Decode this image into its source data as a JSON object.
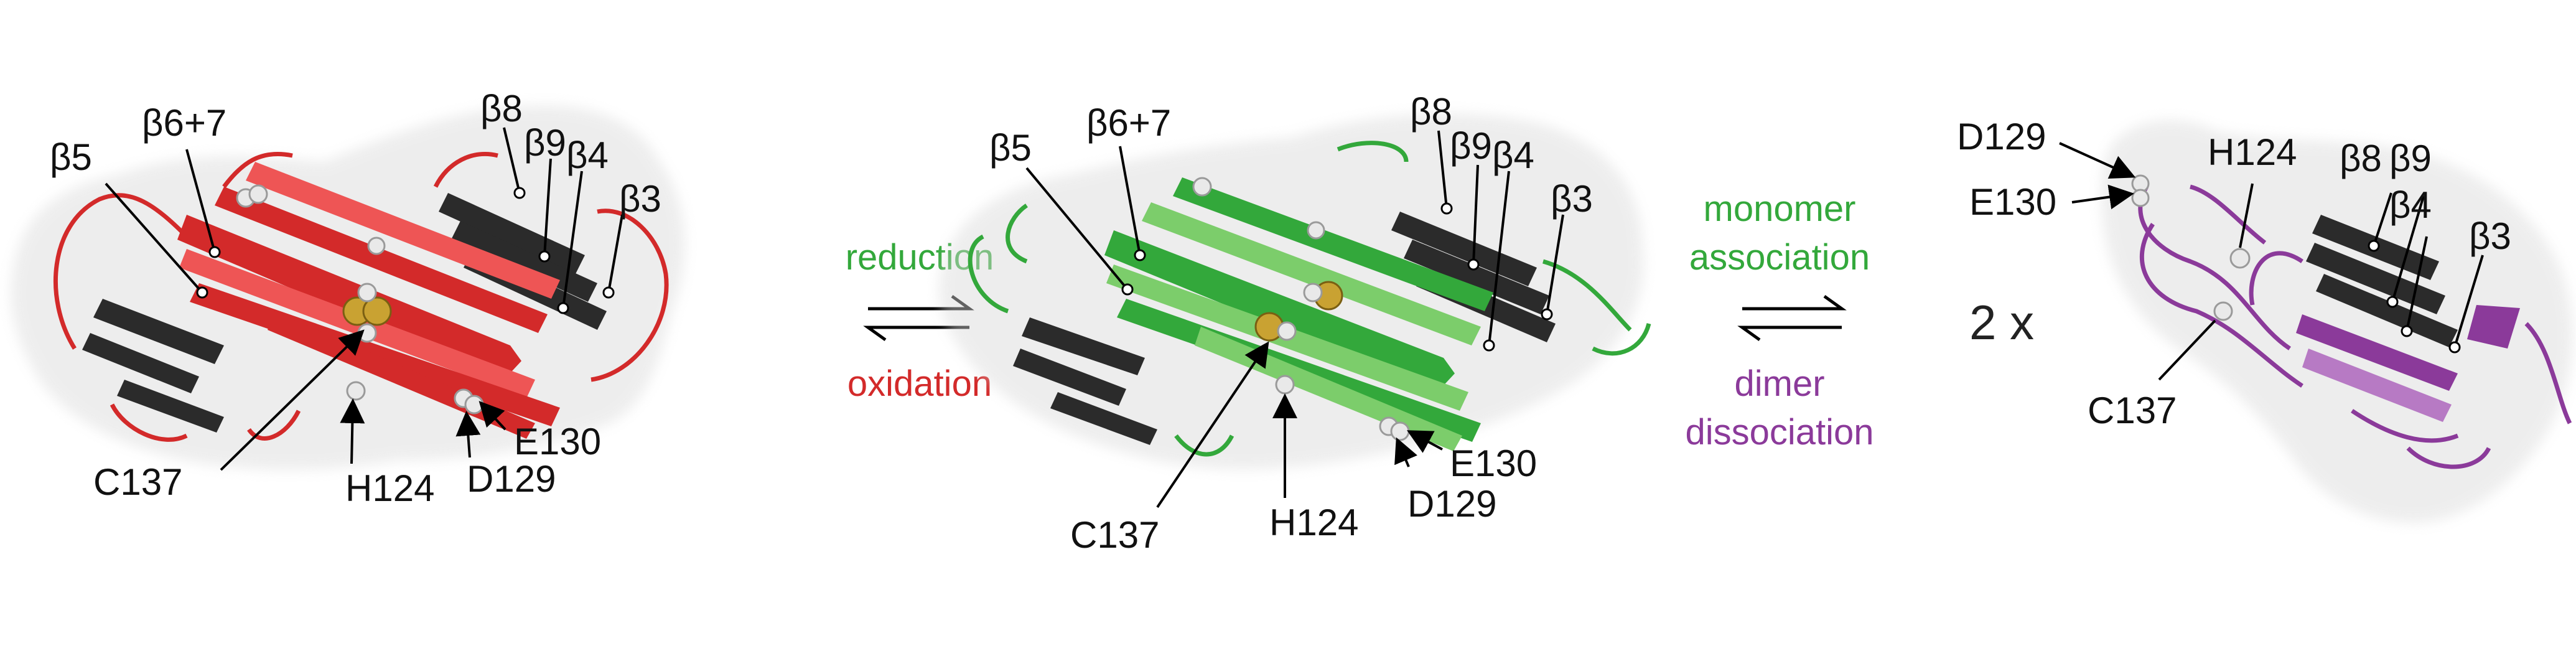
{
  "colors": {
    "oxidized": "#d32a2a",
    "oxidized_light": "#ee5555",
    "reduced": "#33a83b",
    "reduced_light": "#7ccd6b",
    "monomer": "#8b3a9a",
    "monomer_light": "#b77ac4",
    "process_green": "#33a83b",
    "process_red": "#d32a2a",
    "process_purple": "#8b3a9a"
  },
  "panels": {
    "oxidized": {
      "labels": {
        "b5": "β5",
        "b67": "β6+7",
        "b8": "β8",
        "b9": "β9",
        "b4": "β4",
        "b3": "β3",
        "c137": "C137",
        "h124": "H124",
        "d129": "D129",
        "e130": "E130"
      }
    },
    "reduced": {
      "labels": {
        "b5": "β5",
        "b67": "β6+7",
        "b8": "β8",
        "b9": "β9",
        "b4": "β4",
        "b3": "β3",
        "c137": "C137",
        "h124": "H124",
        "d129": "D129",
        "e130": "E130"
      }
    },
    "monomer": {
      "multiplier": "2 x",
      "labels": {
        "d129": "D129",
        "e130": "E130",
        "h124": "H124",
        "b8": "β8",
        "b9": "β9",
        "b4": "β4",
        "b3": "β3",
        "c137": "C137"
      }
    }
  },
  "equilibria": {
    "redox": {
      "forward": "reduction",
      "reverse": "oxidation"
    },
    "association": {
      "forward_line1": "monomer",
      "forward_line2": "association",
      "reverse_line1": "dimer",
      "reverse_line2": "dissociation"
    }
  }
}
